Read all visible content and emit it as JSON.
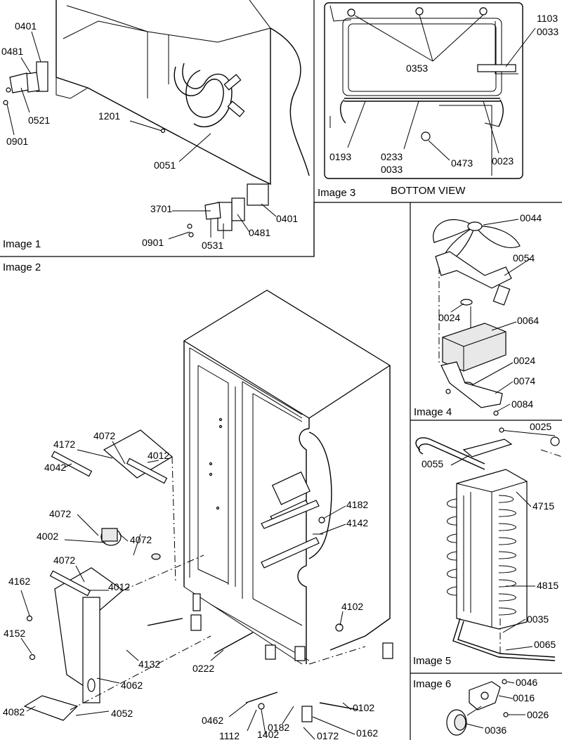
{
  "panels": {
    "image1": {
      "caption": "Image 1"
    },
    "image2": {
      "caption": "Image 2"
    },
    "image3": {
      "caption": "Image 3",
      "subtitle": "BOTTOM VIEW"
    },
    "image4": {
      "caption": "Image 4"
    },
    "image5": {
      "caption": "Image 5"
    },
    "image6": {
      "caption": "Image 6"
    }
  },
  "parts": {
    "p0401a": "0401",
    "p0481a": "0481",
    "p0521": "0521",
    "p0901a": "0901",
    "p1201": "1201",
    "p0051": "0051",
    "p3701": "3701",
    "p0901b": "0901",
    "p0531": "0531",
    "p0481b": "0481",
    "p0401b": "0401",
    "p1103": "1103",
    "p0033a": "0033",
    "p0353": "0353",
    "p0193": "0193",
    "p0233": "0233",
    "p0033b": "0033",
    "p0473": "0473",
    "p0023": "0023",
    "p0044": "0044",
    "p0054": "0054",
    "p0024a": "0024",
    "p0064": "0064",
    "p0024b": "0024",
    "p0074": "0074",
    "p0084": "0084",
    "p0025": "0025",
    "p0055": "0055",
    "p4715": "4715",
    "p4815": "4815",
    "p0035": "0035",
    "p0065": "0065",
    "p0046": "0046",
    "p0016": "0016",
    "p0026": "0026",
    "p0036": "0036",
    "p4072a": "4072",
    "p4172": "4172",
    "p4012a": "4012",
    "p4042": "4042",
    "p4072b": "4072",
    "p4072c": "4072",
    "p4002": "4002",
    "p4072d": "4072",
    "p4012b": "4012",
    "p4162": "4162",
    "p4152": "4152",
    "p4132": "4132",
    "p4062": "4062",
    "p4082": "4082",
    "p4052": "4052",
    "p4182": "4182",
    "p4142": "4142",
    "p4102": "4102",
    "p0222": "0222",
    "p0462": "0462",
    "p1112": "1112",
    "p1402": "1402",
    "p0182": "0182",
    "p0172": "0172",
    "p0162": "0162",
    "p0102": "0102"
  }
}
